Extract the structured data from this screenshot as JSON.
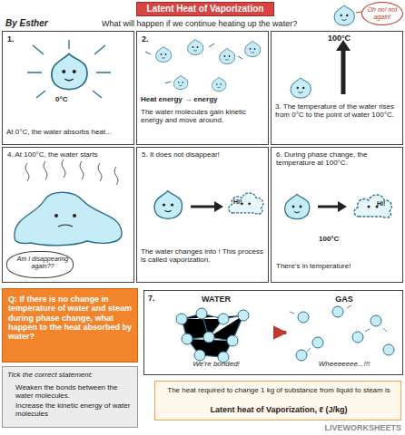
{
  "diagram": {
    "title": "Latent Heat of Vaporization",
    "nodes": [
      {
        "text": [
          "Latent Heat of Vaporization"
        ]
      },
      {
        "text": [
          "Oh no! not again!"
        ]
      },
      {
        "text": [
          "1.",
          "0°C",
          "At 0°C, the water absorbs heat..."
        ]
      },
      {
        "text": [
          "2.",
          "Heat energy → energy",
          "The water molecules gain kinetic energy and move around."
        ]
      },
      {
        "text": [
          "100°C",
          "3. The temperature of the water rises from 0°C to the point of water 100°C."
        ]
      },
      {
        "text": [
          "4. At 100°C, the water starts"
        ]
      },
      {
        "text": [
          "Am I disappearing again??"
        ],
        "in": 5
      },
      {
        "text": [
          "5. It does not disappear!",
          "Hi!",
          "The water changes into ! This process is called vaporization."
        ]
      },
      {
        "text": [
          "6. During phase change, the temperature at 100°C.",
          "Hi!",
          "100°C",
          "There's in temperature!"
        ]
      },
      {
        "text": [
          "Q: If there is no change in temperature of water and steam during phase change, what happen to the heat absorbed by water?"
        ]
      },
      {
        "text": [
          "Tick the correct statement:",
          "Weaken the bonds between the water molecules.",
          "Increase the kinetic energy of water molecules"
        ]
      },
      {
        "text": [
          "7."
        ]
      },
      {
        "text": [
          "WATER",
          "We're bonded!"
        ],
        "in": 11
      },
      {
        "text": [
          "GAS",
          "Wheeeeeee...!!!"
        ],
        "in": 11
      },
      {
        "text": [
          "The heat required to change 1 kg of substance from liquid to steam is",
          "Latent heat of Vaporization, ℓ (J/kg)"
        ]
      }
    ],
    "edges": [
      {
        "from": 12,
        "to": 13,
        "arrow": "to"
      }
    ],
    "labels": [
      "By Esther",
      "What will happen if we continue heating up the water?",
      "LIVEWORKSHEETS"
    ]
  }
}
